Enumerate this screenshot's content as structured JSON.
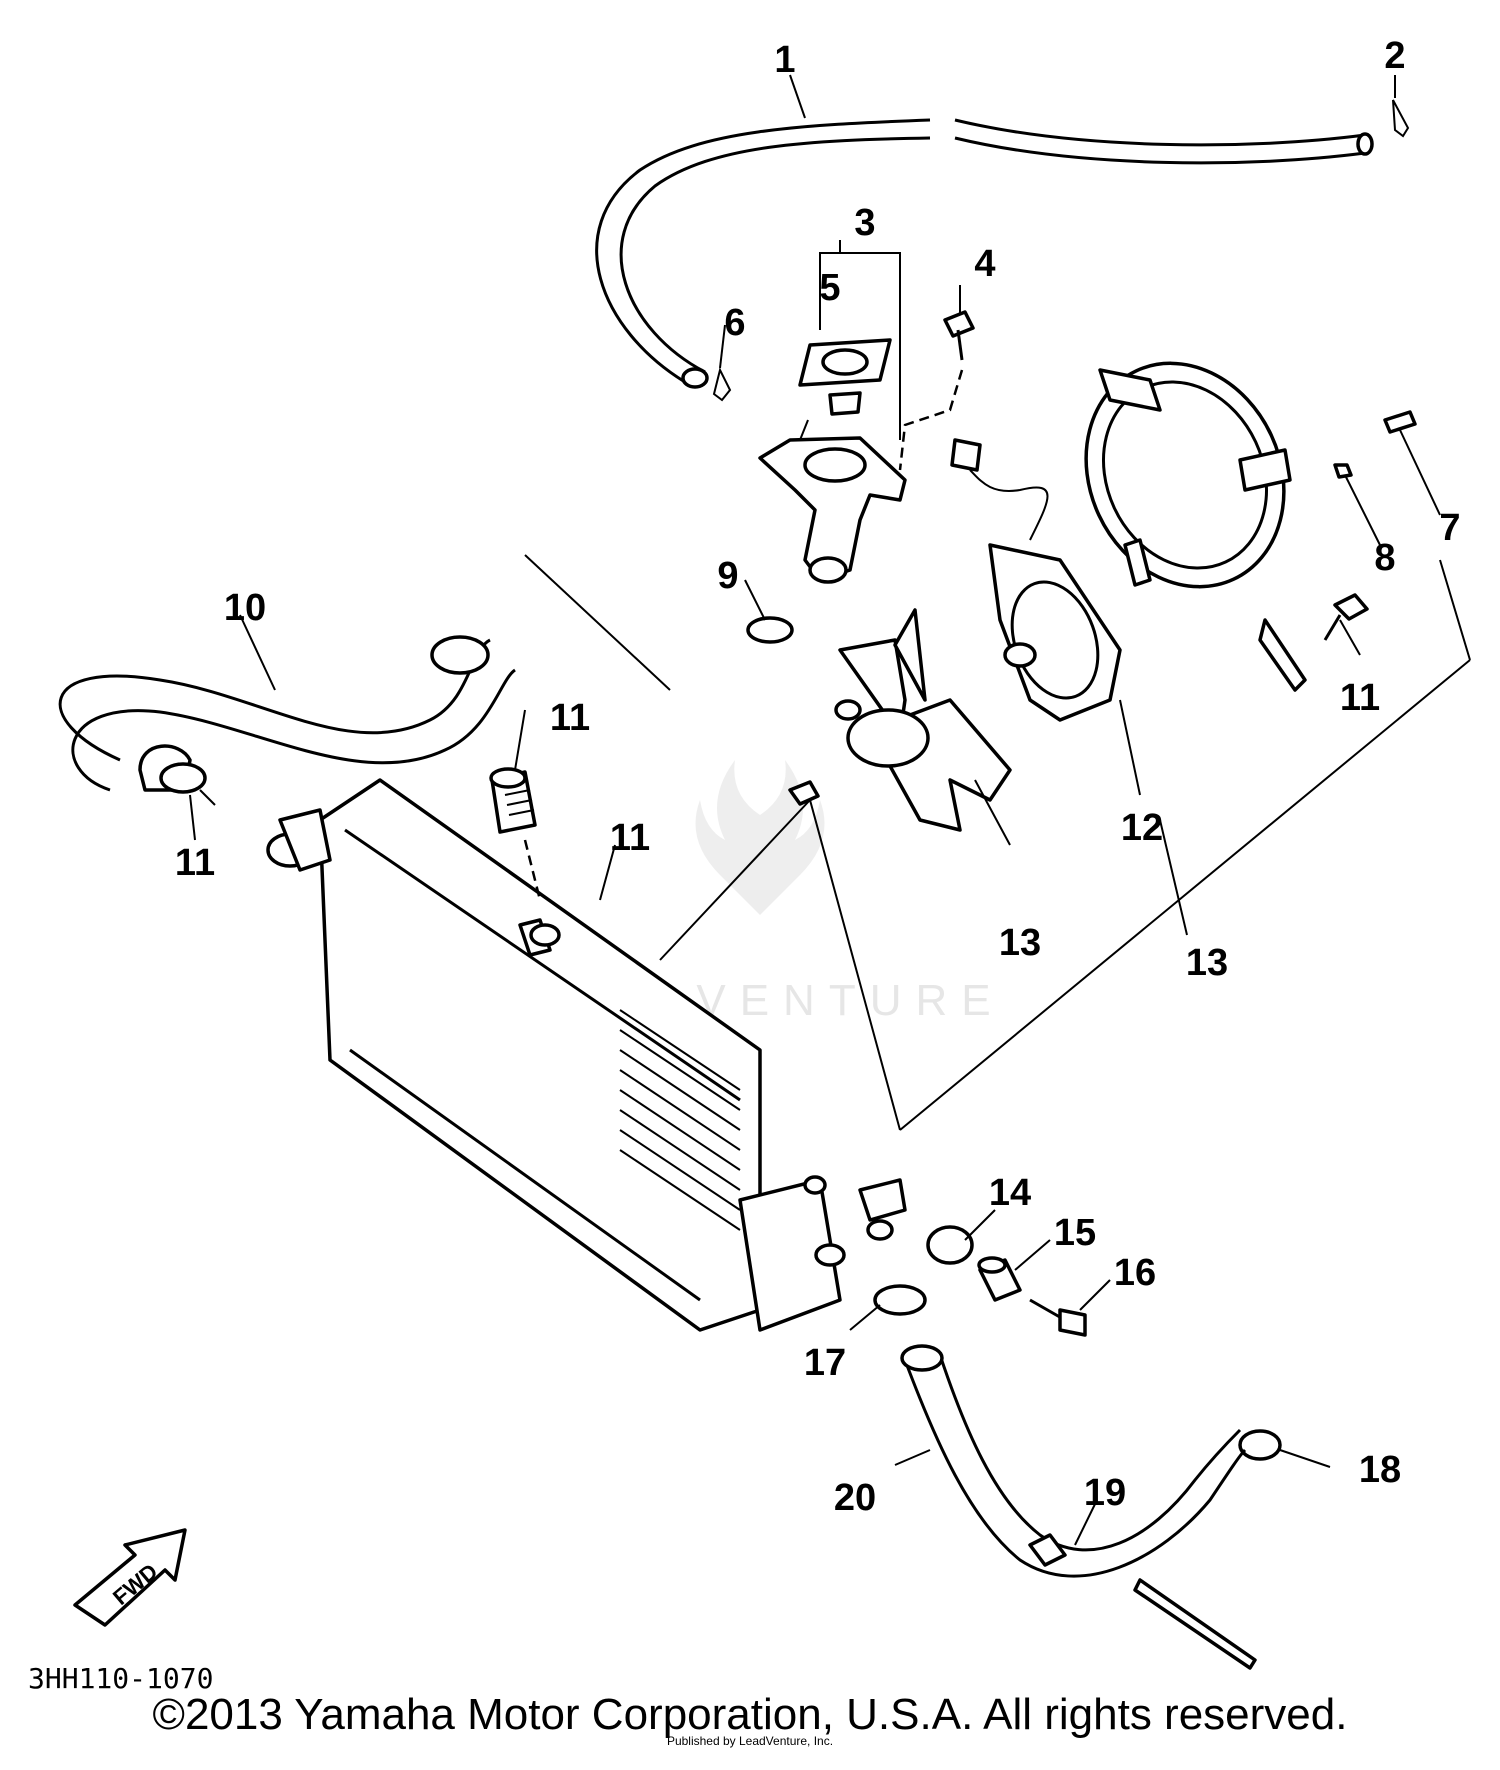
{
  "diagram": {
    "part_labels": [
      {
        "id": "p1",
        "text": "1"
      },
      {
        "id": "p2",
        "text": "2"
      },
      {
        "id": "p3",
        "text": "3"
      },
      {
        "id": "p4",
        "text": "4"
      },
      {
        "id": "p5",
        "text": "5"
      },
      {
        "id": "p6",
        "text": "6"
      },
      {
        "id": "p7",
        "text": "7"
      },
      {
        "id": "p8",
        "text": "8"
      },
      {
        "id": "p9",
        "text": "9"
      },
      {
        "id": "p10",
        "text": "10"
      },
      {
        "id": "p11a",
        "text": "11"
      },
      {
        "id": "p11b",
        "text": "11"
      },
      {
        "id": "p11c",
        "text": "11"
      },
      {
        "id": "p11d",
        "text": "11"
      },
      {
        "id": "p12",
        "text": "12"
      },
      {
        "id": "p13a",
        "text": "13"
      },
      {
        "id": "p13b",
        "text": "13"
      },
      {
        "id": "p14",
        "text": "14"
      },
      {
        "id": "p15",
        "text": "15"
      },
      {
        "id": "p16",
        "text": "16"
      },
      {
        "id": "p17",
        "text": "17"
      },
      {
        "id": "p18",
        "text": "18"
      },
      {
        "id": "p19",
        "text": "19"
      },
      {
        "id": "p20",
        "text": "20"
      }
    ],
    "diagram_code": "3HH110-1070",
    "fwd_arrow_text": "FWD",
    "watermark": "LEADVENTURE",
    "scan_credit": "Published by LeadVenture, Inc.",
    "copyright": "©2013 Yamaha Motor Corporation, U.S.A. All rights reserved."
  }
}
